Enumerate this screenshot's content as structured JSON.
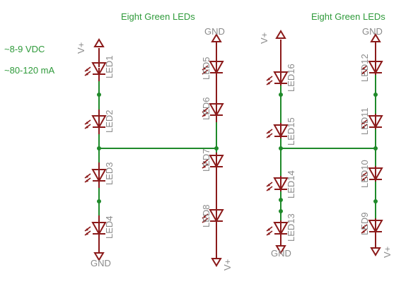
{
  "titles": {
    "left": "Eight Green LEDs",
    "right": "Eight Green LEDs"
  },
  "specs": {
    "voltage": "~8-9 VDC",
    "current": "~80-120 mA"
  },
  "power": {
    "vplus": "V+",
    "gnd": "GND"
  },
  "leds": {
    "led1": "LED1",
    "led2": "LED2",
    "led3": "LED3",
    "led4": "LED4",
    "led5": "LED5",
    "led6": "LED6",
    "led7": "LED7",
    "led8": "LED8",
    "led9": "LED9",
    "led10": "LED10",
    "led11": "LED11",
    "led12": "LED12",
    "led13": "LED13",
    "led14": "LED14",
    "led15": "LED15",
    "led16": "LED16"
  },
  "colors": {
    "wire": "#8b1a1a",
    "net": "#1f8a2a",
    "label": "#2e9a3a",
    "part_name": "#8a8a8a"
  },
  "icon_names": [
    "led-icon",
    "power-arrow-icon",
    "junction-dot-icon"
  ]
}
